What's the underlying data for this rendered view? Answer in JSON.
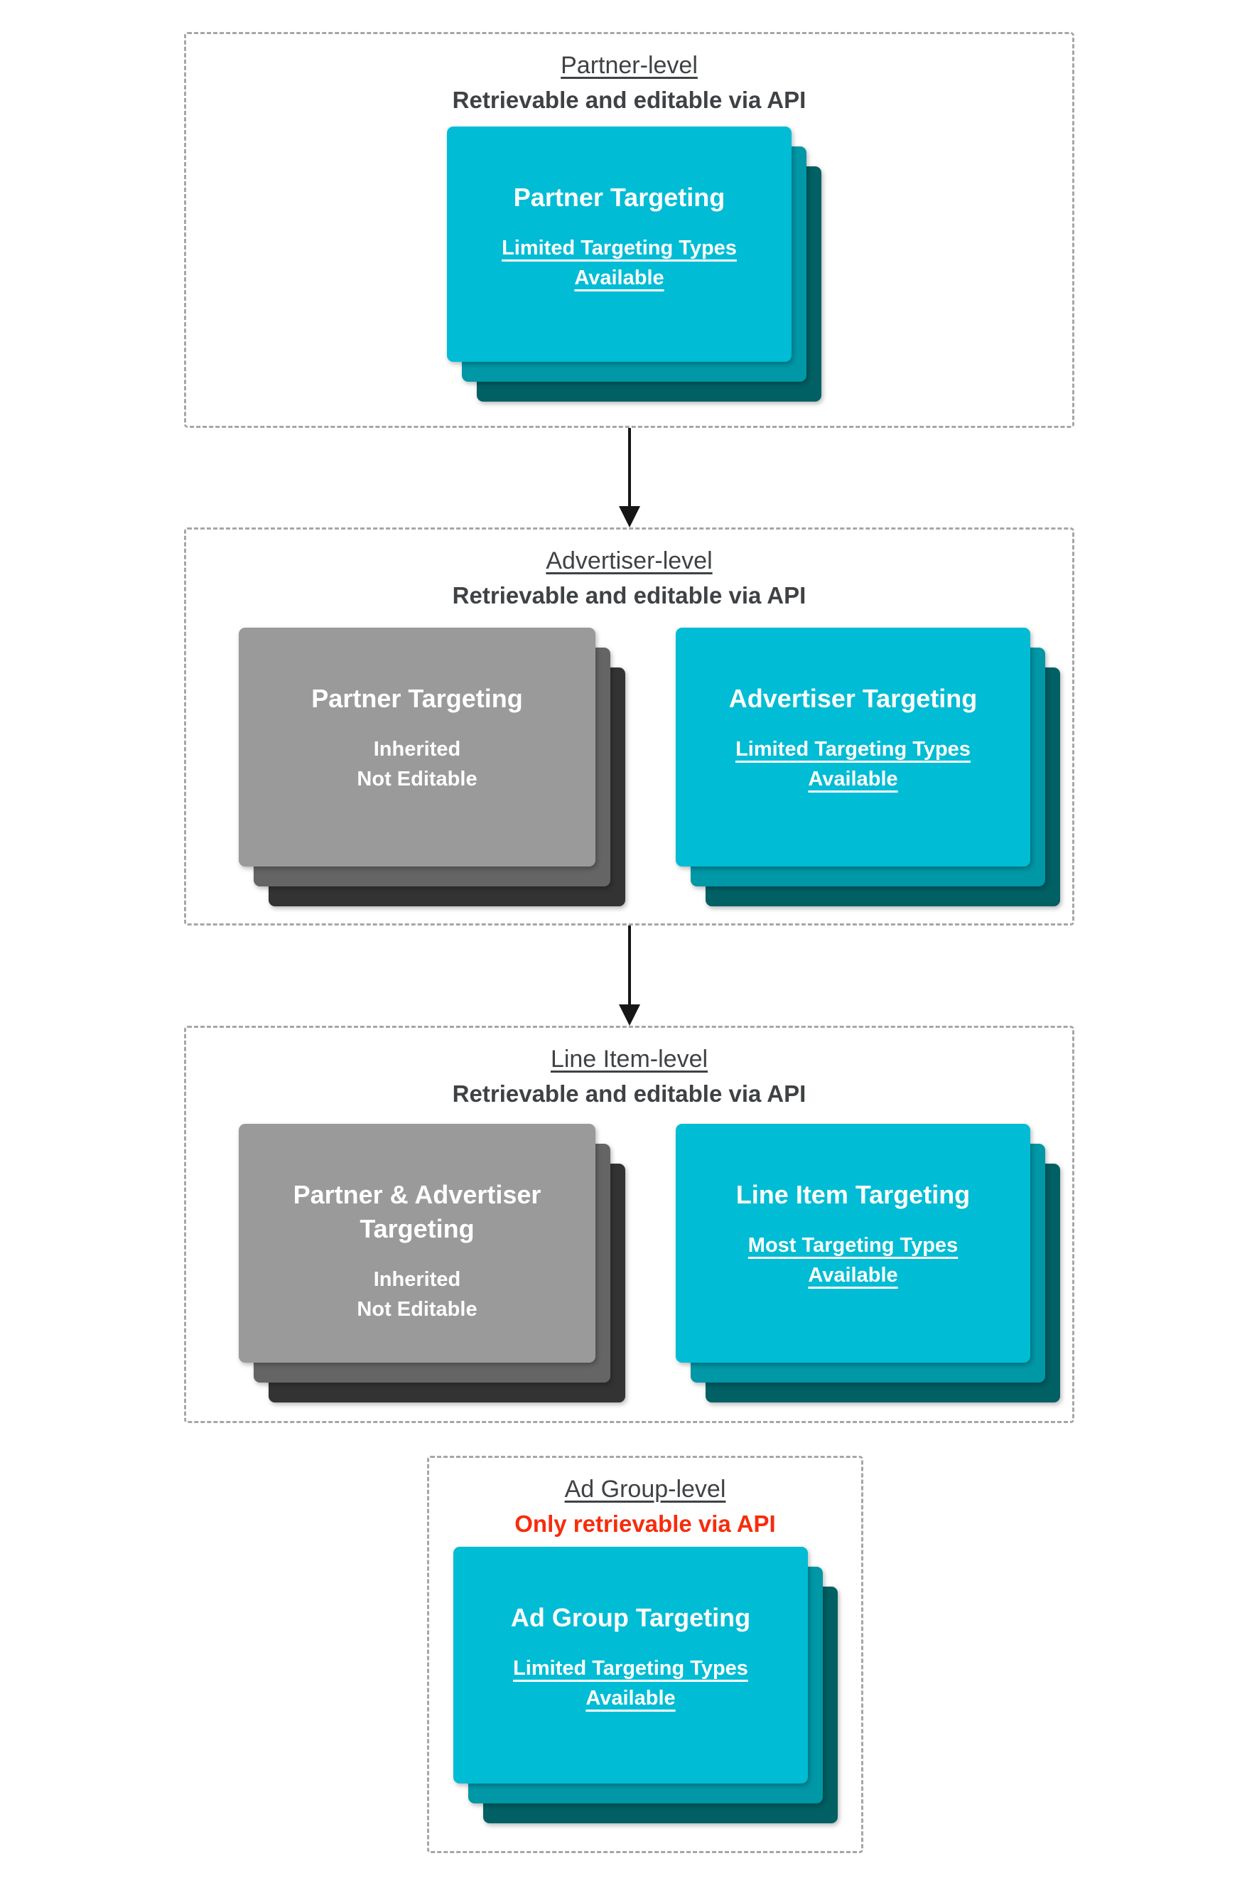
{
  "palette": {
    "card_teal_front": "#00BCD4",
    "card_teal_mid": "#0097A7",
    "card_teal_back": "#006064",
    "card_gray_front": "#9A9A9A",
    "card_gray_mid": "#656565",
    "card_gray_back": "#333333",
    "card_text": "#FFFFFF",
    "header_text": "#3F4245",
    "alert_red": "#F72C0C",
    "dashed_border": "#A6A6A6",
    "arrow_black": "#161616"
  },
  "sections": [
    {
      "title": "Partner-level",
      "subtitle": "Retrievable and editable via API",
      "cards": [
        {
          "title": "Partner Targeting",
          "note": "Limited Targeting Types Available"
        }
      ]
    },
    {
      "title": "Advertiser-level",
      "subtitle": "Retrievable and editable via API",
      "cards": [
        {
          "title": "Partner Targeting",
          "note_lines": [
            "Inherited",
            "Not Editable"
          ]
        },
        {
          "title": "Advertiser Targeting",
          "note": "Limited Targeting Types Available"
        }
      ]
    },
    {
      "title": "Line Item-level",
      "subtitle": "Retrievable and editable via API",
      "cards": [
        {
          "title": "Partner & Advertiser Targeting",
          "note_lines": [
            "Inherited",
            "Not Editable"
          ]
        },
        {
          "title": "Line Item Targeting",
          "note": "Most Targeting Types Available"
        }
      ]
    },
    {
      "title": "Ad Group-level",
      "subtitle": "Only retrievable via API",
      "cards": [
        {
          "title": "Ad Group Targeting",
          "note": "Limited Targeting Types Available"
        }
      ]
    }
  ]
}
